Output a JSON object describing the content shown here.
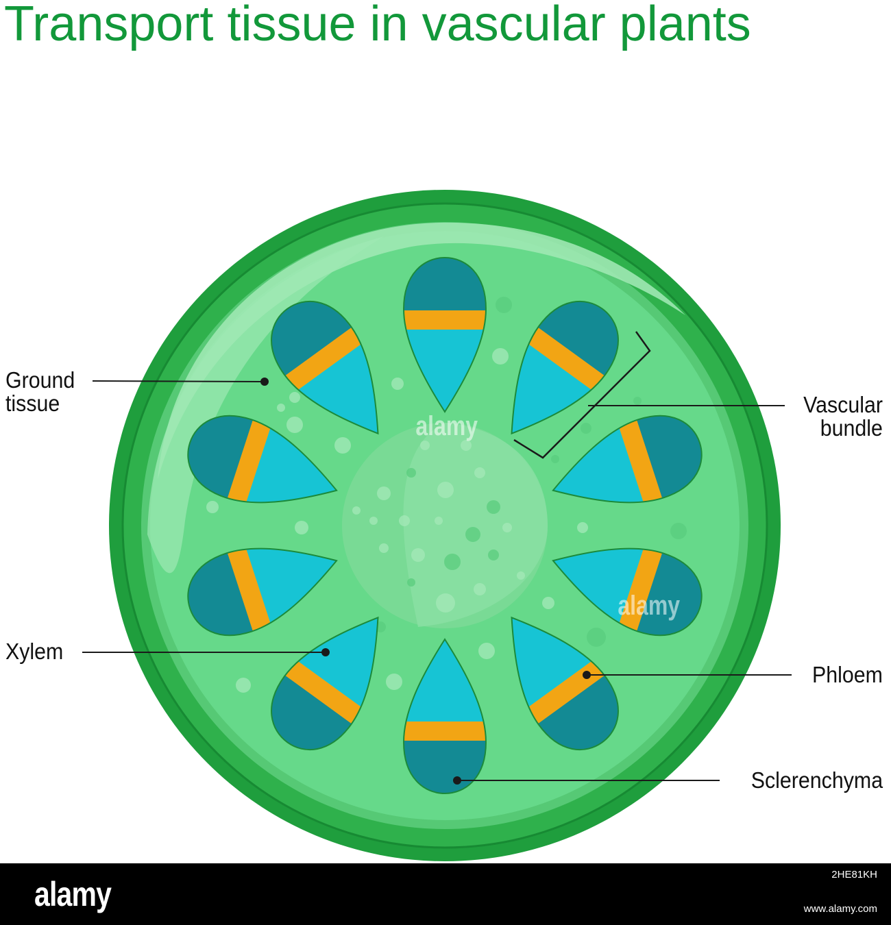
{
  "title": "Transport tissue in vascular plants",
  "labels": {
    "ground_line1": "Ground",
    "ground_line2": "tissue",
    "vascular_line1": "Vascular",
    "vascular_line2": "bundle",
    "xylem": "Xylem",
    "phloem": "Phloem",
    "sclerenchyma": "Sclerenchyma"
  },
  "watermark": "alamy",
  "footer": {
    "logo": "alamy",
    "image_id": "2HE81KH",
    "url": "www.alamy.com"
  },
  "colors": {
    "title": "#12983a",
    "epidermis": "#1f9e3d",
    "cortex": "#67d98a",
    "pith": "#7ddb98",
    "sclerenchyma": "#138a94",
    "xylem": "#17c4d4",
    "phloem": "#f2a514"
  }
}
